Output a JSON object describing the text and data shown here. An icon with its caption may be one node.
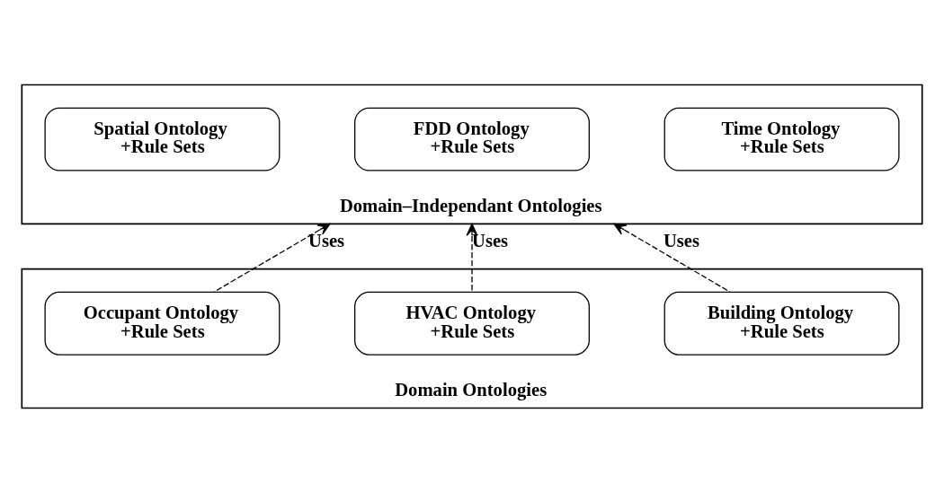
{
  "diagram": {
    "nodes": [
      {
        "text": [
          "Domain–Independant Ontologies"
        ]
      },
      {
        "text": [
          "Time Ontology",
          "+Rule Sets"
        ],
        "in": 0
      },
      {
        "text": [
          "FDD Ontology",
          "+Rule Sets"
        ],
        "in": 0
      },
      {
        "text": [
          "Spatial Ontology",
          "+Rule Sets"
        ],
        "in": 0
      },
      {
        "text": [
          "Domain Ontologies"
        ]
      },
      {
        "text": [
          "Occupant Ontology",
          "+Rule Sets"
        ],
        "in": 4
      },
      {
        "text": [
          "HVAC Ontology",
          "+Rule Sets"
        ],
        "in": 4
      },
      {
        "text": [
          "Building Ontology",
          "+Rule Sets"
        ],
        "in": 4
      }
    ],
    "edges": [
      {
        "from": 5,
        "to": 0,
        "arrow": "to",
        "label": "Uses",
        "style": "dashed"
      },
      {
        "from": 6,
        "to": 0,
        "arrow": "to",
        "label": "Uses",
        "style": "dashed"
      },
      {
        "from": 7,
        "to": 0,
        "arrow": "to",
        "label": "Uses",
        "style": "dashed"
      }
    ]
  }
}
